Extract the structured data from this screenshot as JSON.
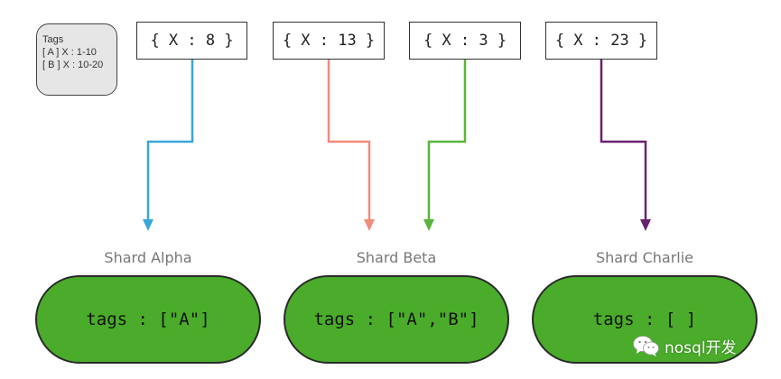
{
  "legend": {
    "title": "Tags",
    "lines": [
      "[ A ] X :  1-10",
      "[ B ] X : 10-20"
    ]
  },
  "documents": [
    {
      "text": "{ X : 8 }",
      "color": "#3aa6d8"
    },
    {
      "text": "{ X : 13 }",
      "color": "#f28b7d"
    },
    {
      "text": "{ X : 3 }",
      "color": "#5ab53a"
    },
    {
      "text": "{ X : 23 }",
      "color": "#6b2070"
    }
  ],
  "shards": [
    {
      "name": "Shard Alpha",
      "content": "tags : [\"A\"]"
    },
    {
      "name": "Shard Beta",
      "content": "tags : [\"A\",\"B\"]"
    },
    {
      "name": "Shard Charlie",
      "content": "tags : [ ]"
    }
  ],
  "routing": [
    {
      "document": 0,
      "shard": 0
    },
    {
      "document": 1,
      "shard": 1
    },
    {
      "document": 2,
      "shard": 1
    },
    {
      "document": 3,
      "shard": 2
    }
  ],
  "colors": {
    "shard_fill": "#4aac2a",
    "legend_fill": "#e6e6e6"
  },
  "watermark": {
    "icon": "wechat-icon",
    "text": "nosql开发"
  }
}
